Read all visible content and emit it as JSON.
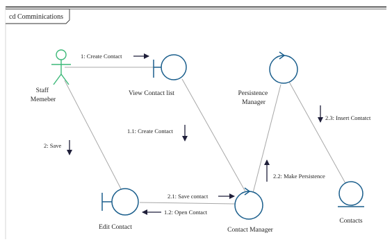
{
  "frame": {
    "title": "cd Comminications"
  },
  "actors": [
    {
      "id": "staff",
      "label_lines": [
        "Staff",
        "Memeber"
      ]
    }
  ],
  "objects": [
    {
      "id": "view-contact-list",
      "kind": "boundary",
      "label": "View Contact  list"
    },
    {
      "id": "persistence-manager",
      "kind": "control",
      "label_lines": [
        "Persistence",
        "Manager"
      ]
    },
    {
      "id": "contact-manager",
      "kind": "control",
      "label": "Contact  Manager"
    },
    {
      "id": "edit-contact",
      "kind": "boundary",
      "label": "Edit Contact"
    },
    {
      "id": "contacts",
      "kind": "entity",
      "label": "Contacts"
    }
  ],
  "messages": [
    {
      "id": "m1",
      "text": "1: Create  Contact",
      "direction": "right"
    },
    {
      "id": "m11",
      "text": "1.1: Create  Contact",
      "direction": "down"
    },
    {
      "id": "m2",
      "text": "2: Save",
      "direction": "down"
    },
    {
      "id": "m21",
      "text": "2.1: Save contact",
      "direction": "right"
    },
    {
      "id": "m12",
      "text": "1.2: Open  Contact",
      "direction": "left"
    },
    {
      "id": "m22",
      "text": "2.2: Make Persistence",
      "direction": "up"
    },
    {
      "id": "m23",
      "text": "2.3: Insert  Contatct",
      "direction": "down"
    }
  ],
  "colors": {
    "actor": "#3cb878",
    "object_stroke": "#1a5e8c",
    "link": "#a8a8a8",
    "arrow": "#1f1f3a",
    "frame": "#333333"
  }
}
